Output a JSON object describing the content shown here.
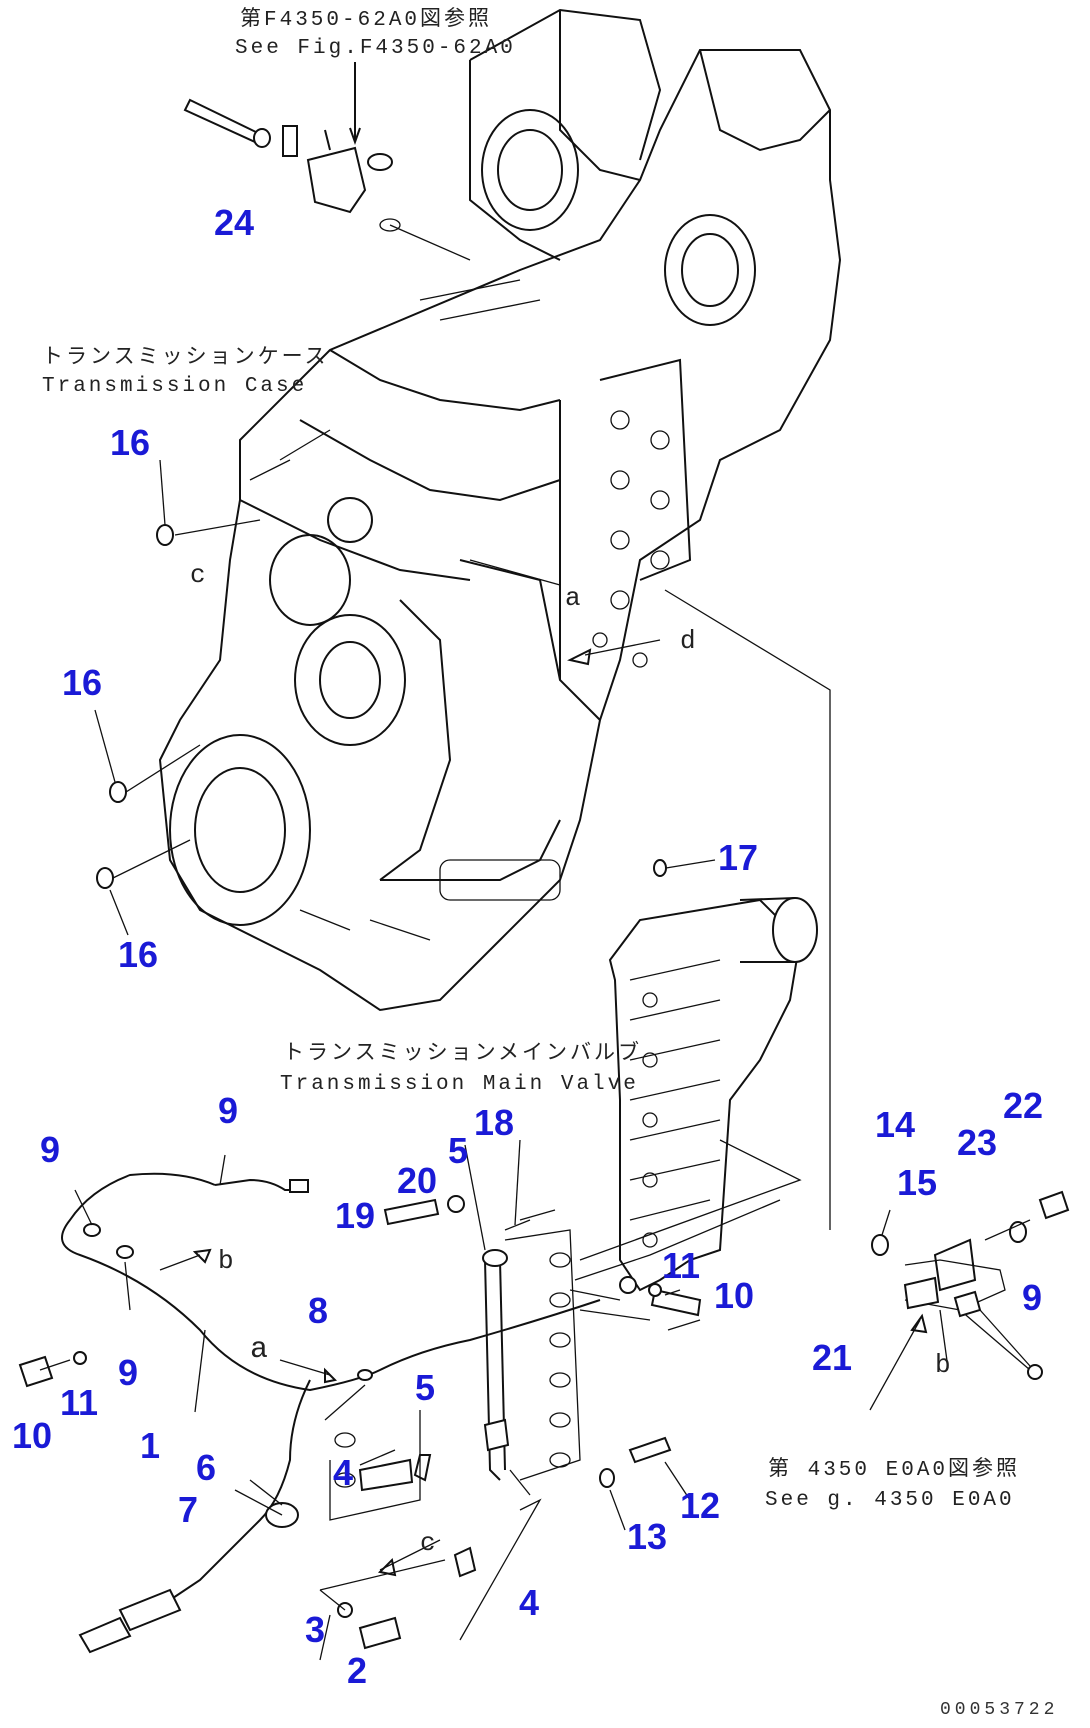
{
  "references": {
    "top_jp": "第F4350-62A0図参照",
    "top_en": "See Fig.F4350-62A0",
    "right_jp": "第 4350 E0A0図参照",
    "right_en": "See  g. 4350 E0A0"
  },
  "components": {
    "case_jp": "トランスミッションケース",
    "case_en": "Transmission Case",
    "valve_jp": "トランスミッションメインバルブ",
    "valve_en": "Transmission Main Valve"
  },
  "arrow_letters": {
    "b_left": "b",
    "b_right": "b",
    "a_case": "a",
    "a_harness": "a",
    "c_upper": "c",
    "c_lower": "c",
    "d_right": "d"
  },
  "part_numbers": {
    "p1": "1",
    "p2": "2",
    "p3": "3",
    "p4a": "4",
    "p4b": "4",
    "p5a": "5",
    "p5b": "5",
    "p6": "6",
    "p7": "7",
    "p8": "8",
    "p9a": "9",
    "p9b": "9",
    "p9c": "9",
    "p9d": "9",
    "p10a": "10",
    "p10b": "10",
    "p11a": "11",
    "p11b": "11",
    "p12": "12",
    "p13": "13",
    "p14": "14",
    "p15": "15",
    "p16a": "16",
    "p16b": "16",
    "p16c": "16",
    "p17": "17",
    "p18": "18",
    "p19": "19",
    "p20": "20",
    "p21": "21",
    "p22": "22",
    "p23": "23",
    "p24": "24"
  },
  "drawing_code": "00053722",
  "colors": {
    "callout": "#1a1ad6",
    "line": "#111111"
  }
}
